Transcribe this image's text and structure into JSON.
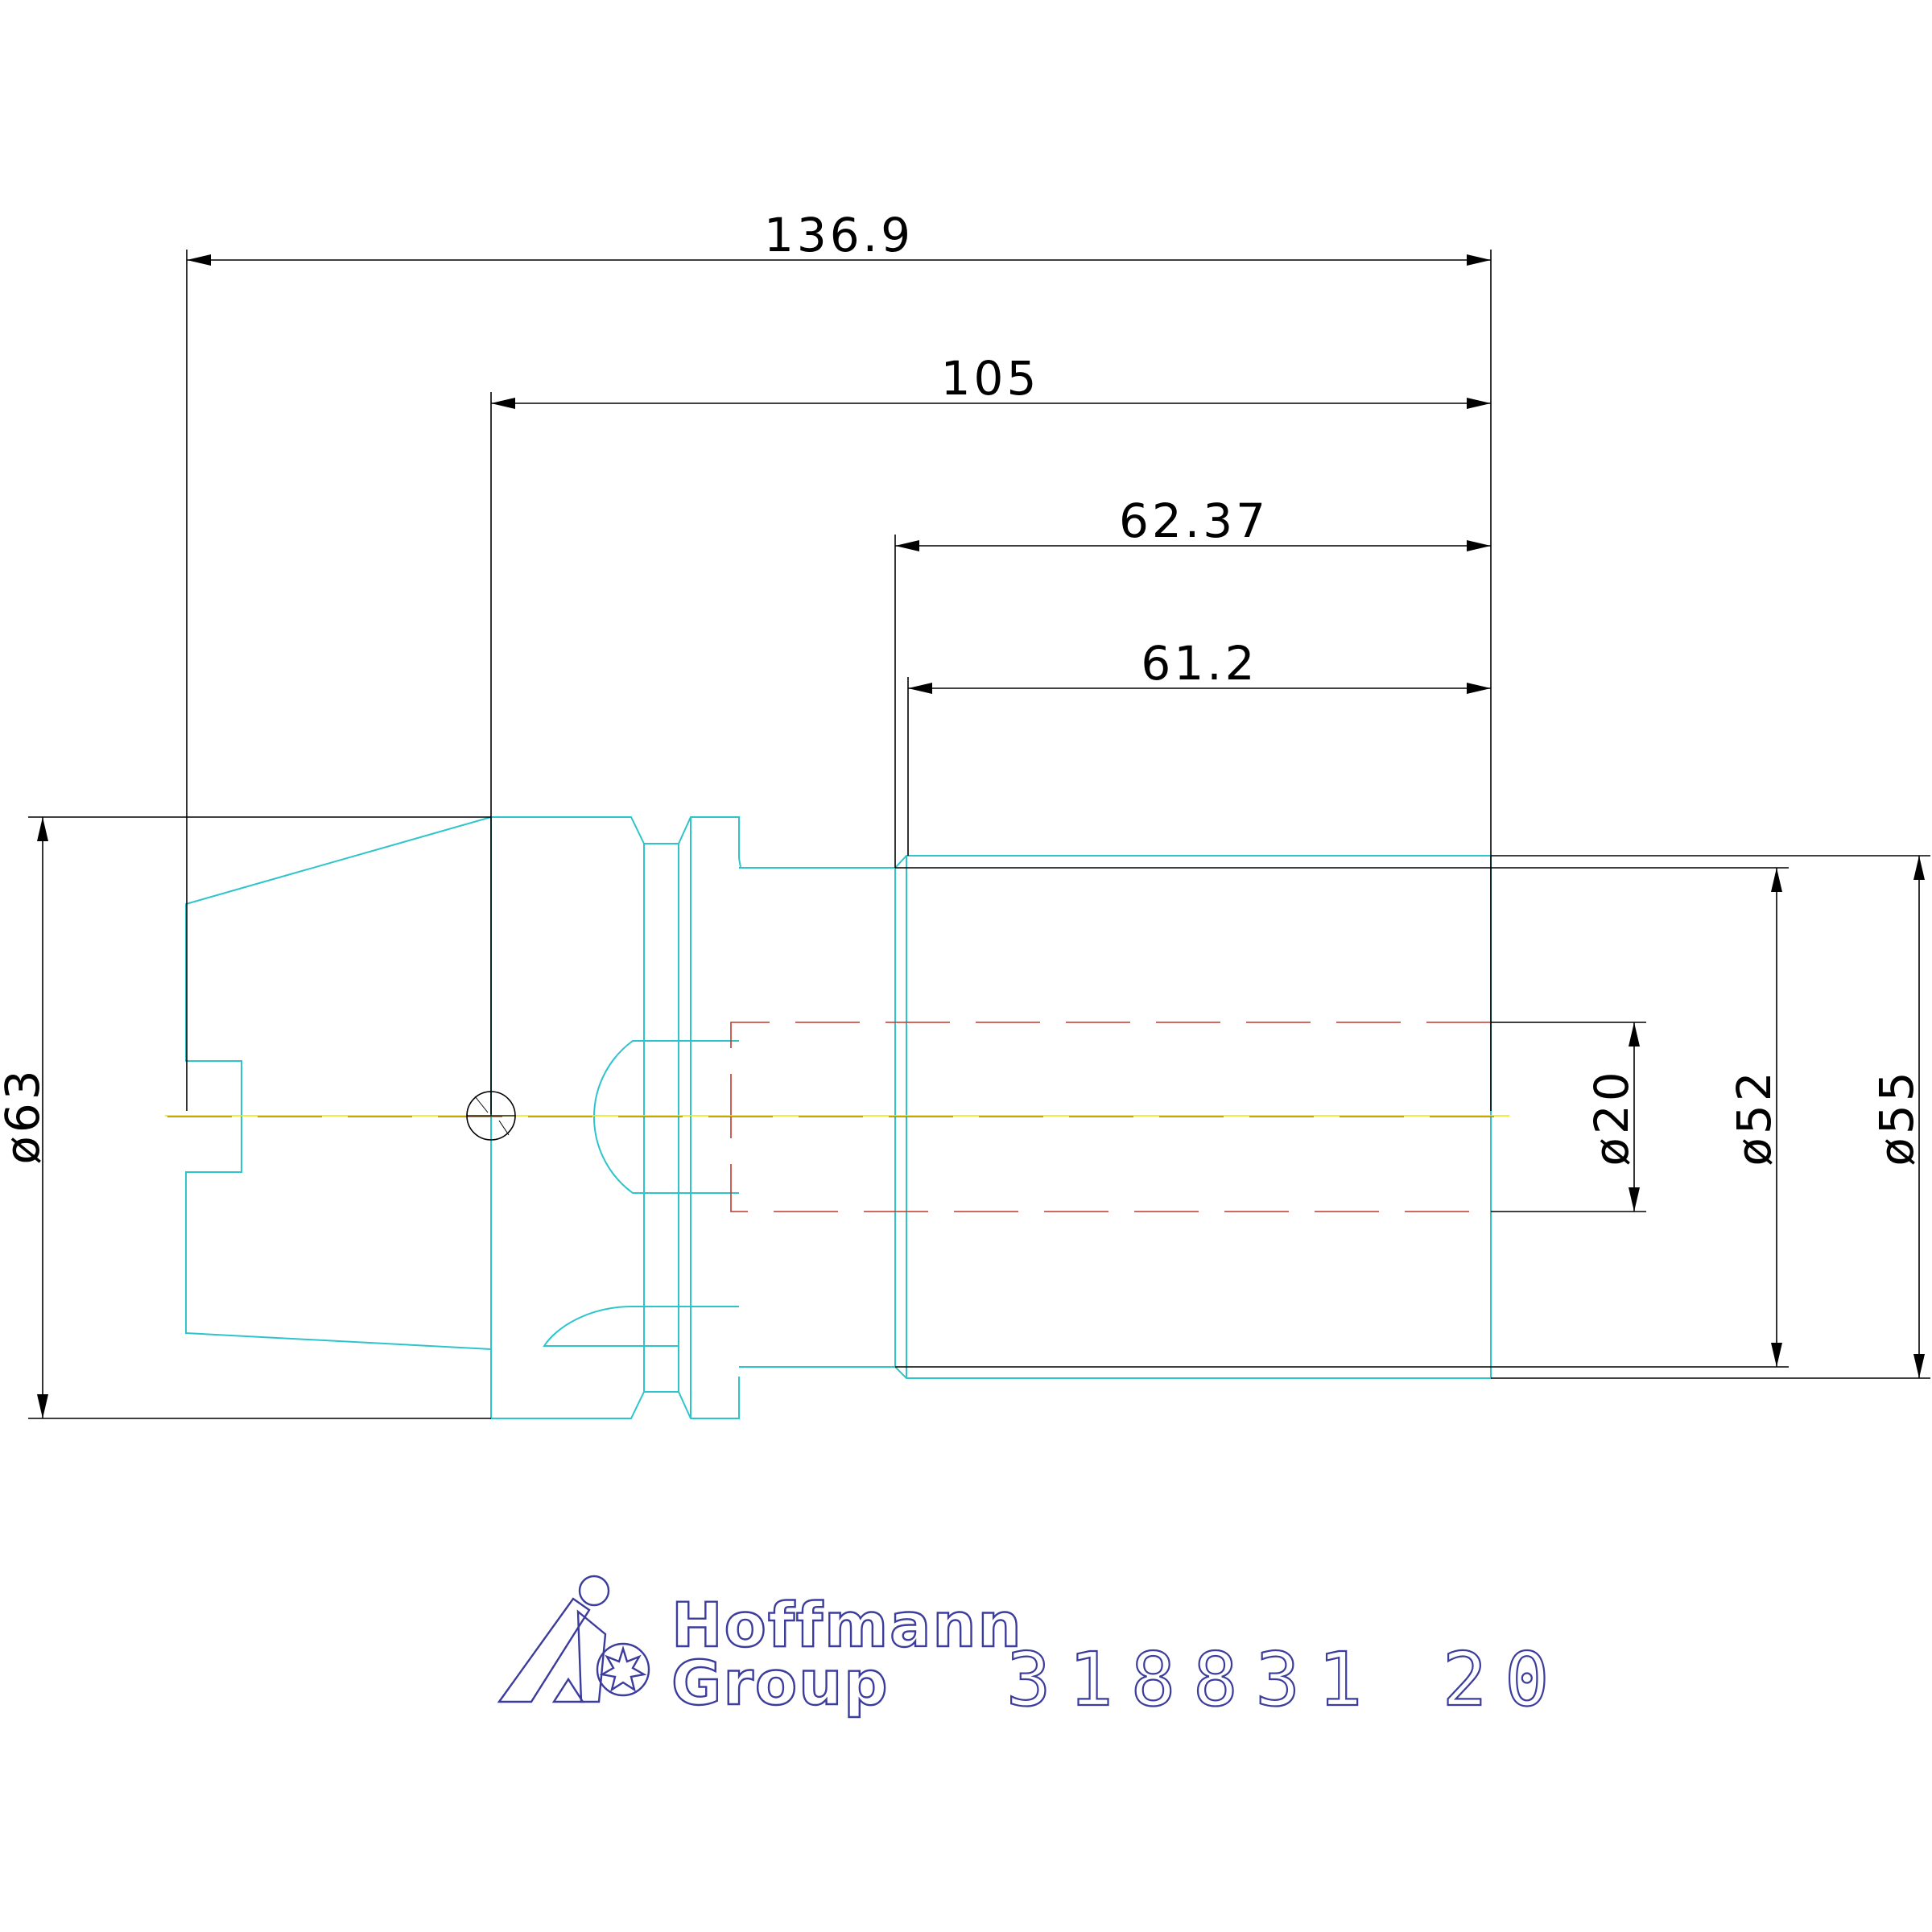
{
  "dimensions": {
    "overall_length": "136.9",
    "length_105": "105",
    "length_6237": "62.37",
    "length_612": "61.2",
    "dia_63": "ø63",
    "dia_20": "ø20",
    "dia_52": "ø52",
    "dia_55": "ø55"
  },
  "logo": {
    "line1": "Hoffmann",
    "line2": "Group"
  },
  "part_number": "318831 20",
  "colors": {
    "outline": "#2ec4cc",
    "dimension": "#000000",
    "hidden_line": "#c0392b",
    "center_line": "#e8e800",
    "logo": "#3c3c9c"
  }
}
